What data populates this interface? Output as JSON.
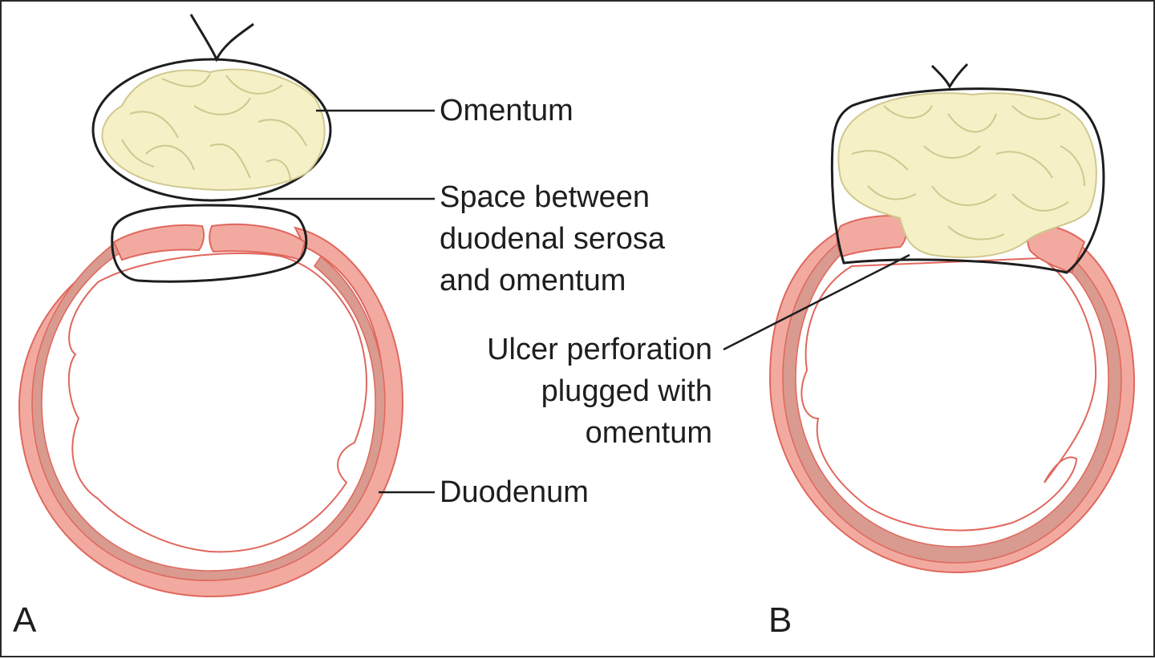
{
  "labels": {
    "omentum": "Omentum",
    "space_between": [
      "Space between",
      "duodenal serosa",
      "and omentum"
    ],
    "ulcer_perforation": [
      "Ulcer perforation",
      "plugged with",
      "omentum"
    ],
    "duodenum": "Duodenum"
  },
  "panels": {
    "a": "A",
    "b": "B"
  },
  "colors": {
    "wall_outer": "#f2aaa0",
    "wall_inner": "#d99a8f",
    "wall_line": "#e0675d",
    "omentum_fill": "#f6f0c6",
    "omentum_line": "#cfc88e",
    "ink": "#1e1e1e"
  }
}
